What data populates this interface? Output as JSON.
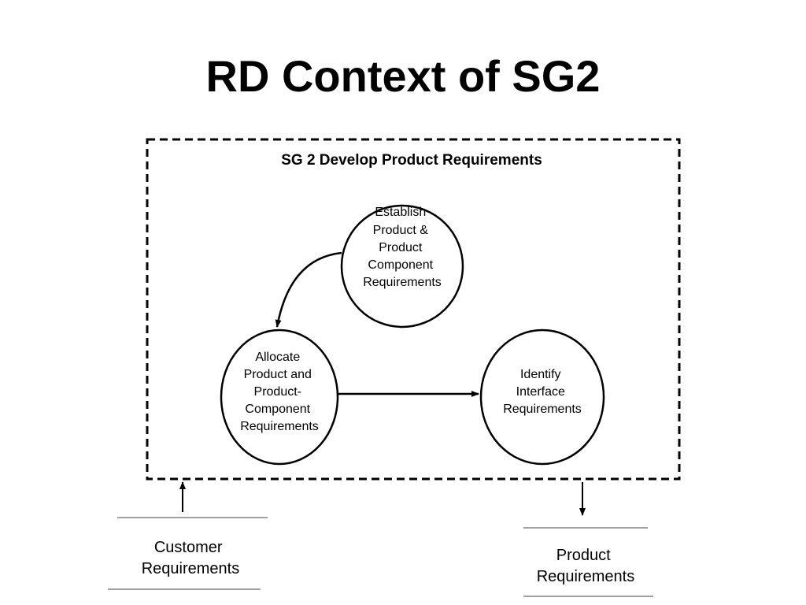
{
  "title": "RD Context of SG2",
  "frame_label": "SG 2 Develop Product Requirements",
  "nodes": [
    {
      "id": "establish",
      "lines": [
        "Establish",
        "Product &",
        "Product",
        "Component",
        "Requirements"
      ]
    },
    {
      "id": "allocate",
      "lines": [
        "Allocate",
        "Product and",
        "Product-",
        "Component",
        "Requirements"
      ]
    },
    {
      "id": "identify",
      "lines": [
        "Identify",
        "Interface",
        "Requirements"
      ]
    }
  ],
  "edges": [
    {
      "from": "establish",
      "to": "allocate"
    },
    {
      "from": "allocate",
      "to": "identify"
    }
  ],
  "inputs": [
    {
      "id": "customer",
      "lines": [
        "Customer",
        "Requirements"
      ]
    }
  ],
  "outputs": [
    {
      "id": "product",
      "lines": [
        "Product",
        "Requirements"
      ]
    }
  ],
  "colors": {
    "ink": "#000000",
    "background": "#ffffff",
    "rule": "#808080"
  }
}
